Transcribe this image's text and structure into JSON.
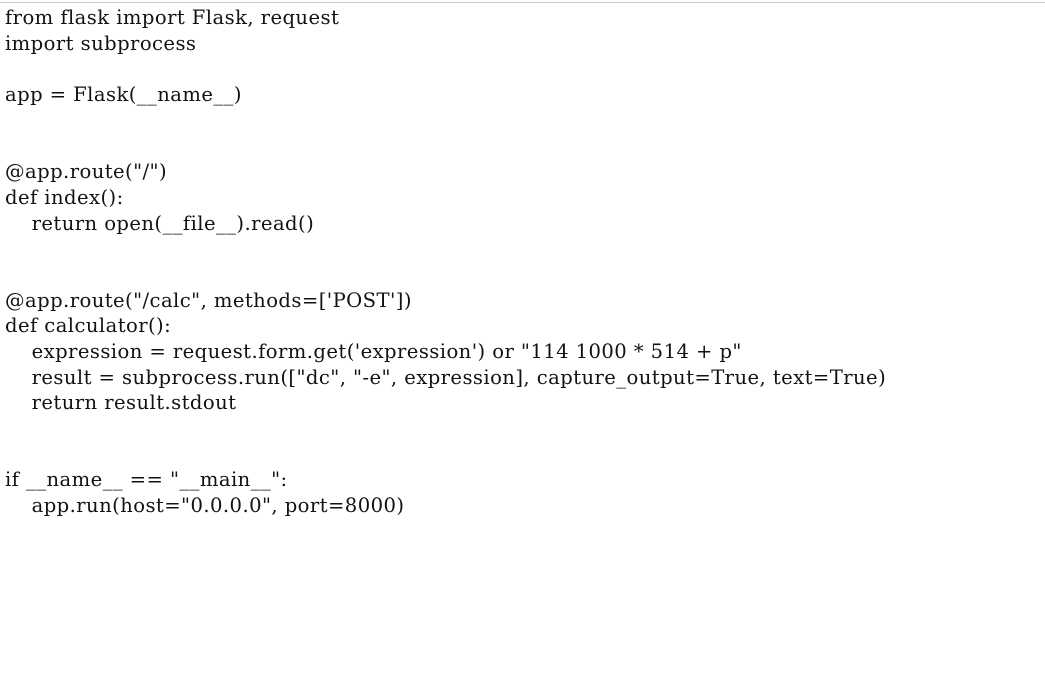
{
  "window": {
    "background_color": "#ffffff",
    "text_color": "#121212",
    "divider_color": "#c8c8c8"
  },
  "document": {
    "language": "python",
    "kind": "source-code-plain-text",
    "line_count": 20
  },
  "code": {
    "lines": [
      "from flask import Flask, request",
      "import subprocess",
      "",
      "app = Flask(__name__)",
      "",
      "",
      "@app.route(\"/\")",
      "def index():",
      "    return open(__file__).read()",
      "",
      "",
      "@app.route(\"/calc\", methods=['POST'])",
      "def calculator():",
      "    expression = request.form.get('expression') or \"114 1000 * 514 + p\"",
      "    result = subprocess.run([\"dc\", \"-e\", expression], capture_output=True, text=True)",
      "    return result.stdout",
      "",
      "",
      "if __name__ == \"__main__\":",
      "    app.run(host=\"0.0.0.0\", port=8000)"
    ]
  }
}
